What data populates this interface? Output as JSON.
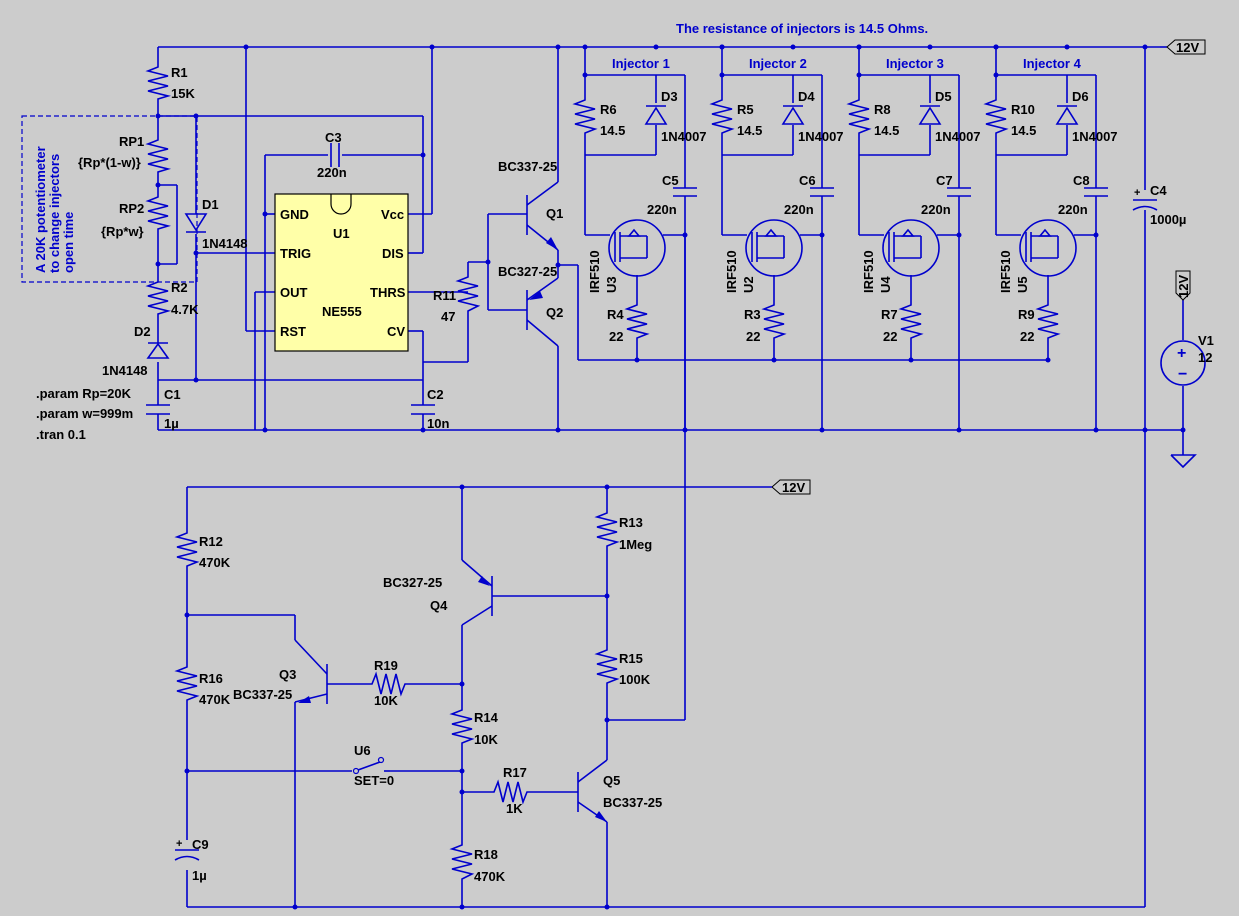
{
  "header": {
    "note": "The resistance of injectors is 14.5 Ohms."
  },
  "nets": {
    "supply_top": "12V",
    "supply_bottom": "12V",
    "supply_v1": "12V"
  },
  "timer": {
    "ref": "U1",
    "part": "NE555",
    "pins": [
      "GND",
      "Vcc",
      "TRIG",
      "DIS",
      "OUT",
      "THRS",
      "RST",
      "CV"
    ]
  },
  "pot_note": [
    "A 20K potentiometer",
    "to change injectors",
    "open time"
  ],
  "directives": [
    ".param Rp=20K",
    ".param w=999m",
    ".tran 0.1"
  ],
  "injectors": [
    {
      "label": "Injector 1",
      "r": "R6",
      "d": "D3",
      "c": "C5",
      "u": "U3",
      "rg": "R4"
    },
    {
      "label": "Injector 2",
      "r": "R5",
      "d": "D4",
      "c": "C6",
      "u": "U2",
      "rg": "R3"
    },
    {
      "label": "Injector 3",
      "r": "R8",
      "d": "D5",
      "c": "C7",
      "u": "U4",
      "rg": "R7"
    },
    {
      "label": "Injector 4",
      "r": "R10",
      "d": "D6",
      "c": "C8",
      "u": "U5",
      "rg": "R9"
    }
  ],
  "injector_values": {
    "r": "14.5",
    "d": "1N4007",
    "c": "220n",
    "fet": "IRF510",
    "rg": "22"
  },
  "components": {
    "R1": {
      "ref": "R1",
      "val": "15K"
    },
    "RP1": {
      "ref": "RP1",
      "val": "{Rp*(1-w)}"
    },
    "RP2": {
      "ref": "RP2",
      "val": "{Rp*w}"
    },
    "R2": {
      "ref": "R2",
      "val": "4.7K"
    },
    "D1": {
      "ref": "D1",
      "val": "1N4148"
    },
    "D2": {
      "ref": "D2",
      "val": "1N4148"
    },
    "C1": {
      "ref": "C1",
      "val": "1µ"
    },
    "C2": {
      "ref": "C2",
      "val": "10n"
    },
    "C3": {
      "ref": "C3",
      "val": "220n"
    },
    "R11": {
      "ref": "R11",
      "val": "47"
    },
    "Q1": {
      "ref": "Q1",
      "val": "BC337-25"
    },
    "Q2": {
      "ref": "Q2",
      "val": "BC327-25"
    },
    "C4": {
      "ref": "C4",
      "val": "1000µ"
    },
    "V1": {
      "ref": "V1",
      "val": "12"
    },
    "R12": {
      "ref": "R12",
      "val": "470K"
    },
    "R16": {
      "ref": "R16",
      "val": "470K"
    },
    "Q3": {
      "ref": "Q3",
      "val": "BC337-25"
    },
    "R19": {
      "ref": "R19",
      "val": "10K"
    },
    "Q4": {
      "ref": "Q4",
      "val": "BC327-25"
    },
    "R13": {
      "ref": "R13",
      "val": "1Meg"
    },
    "R15": {
      "ref": "R15",
      "val": "100K"
    },
    "R14": {
      "ref": "R14",
      "val": "10K"
    },
    "U6": {
      "ref": "U6",
      "val": "SET=0"
    },
    "R17": {
      "ref": "R17",
      "val": "1K"
    },
    "Q5": {
      "ref": "Q5",
      "val": "BC337-25"
    },
    "R18": {
      "ref": "R18",
      "val": "470K"
    },
    "C9": {
      "ref": "C9",
      "val": "1µ"
    }
  }
}
